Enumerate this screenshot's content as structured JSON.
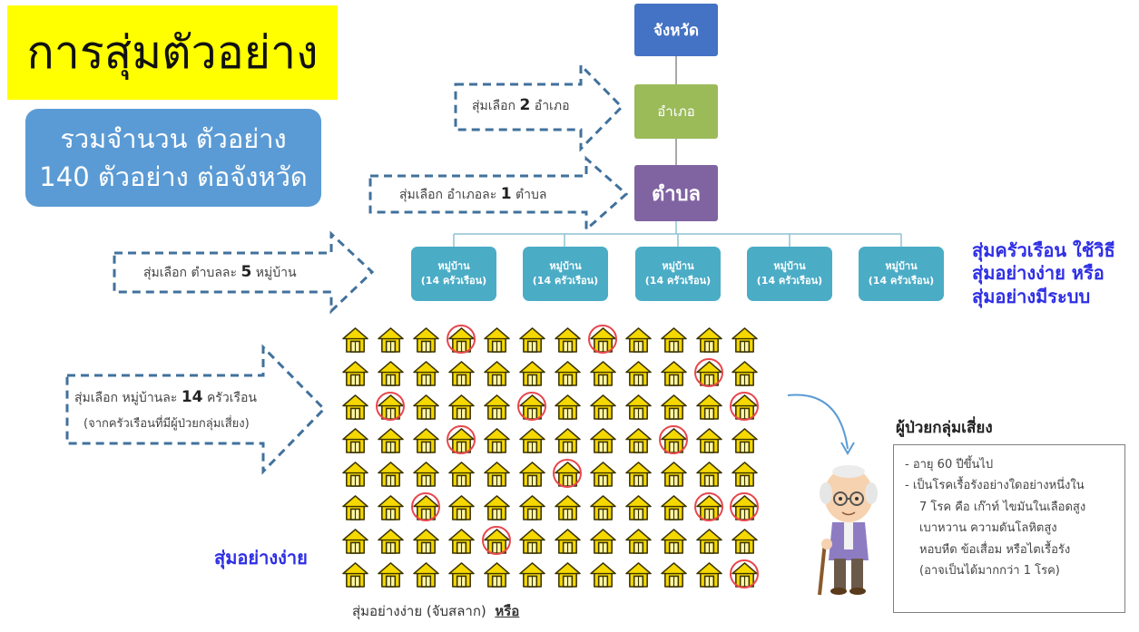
{
  "title": "การสุ่มตัวอย่าง",
  "summary": {
    "line1": "รวมจำนวน ตัวอย่าง",
    "line2": "140 ตัวอย่าง ต่อจังหวัด"
  },
  "hierarchy": {
    "province": "จังหวัด",
    "district": "อำเภอ",
    "subdistrict": "ตำบล"
  },
  "villages": [
    {
      "label": "หมู่บ้าน",
      "households": "(14 ครัวเรือน)"
    },
    {
      "label": "หมู่บ้าน",
      "households": "(14 ครัวเรือน)"
    },
    {
      "label": "หมู่บ้าน",
      "households": "(14 ครัวเรือน)"
    },
    {
      "label": "หมู่บ้าน",
      "households": "(14 ครัวเรือน)"
    },
    {
      "label": "หมู่บ้าน",
      "households": "(14 ครัวเรือน)"
    }
  ],
  "arrows": {
    "district": {
      "prefix": "สุ่มเลือก",
      "count": "2",
      "suffix": "อำเภอ"
    },
    "subdistrict": {
      "prefix": "สุ่มเลือก  อำเภอละ",
      "count": "1",
      "suffix": "ตำบล"
    },
    "village": {
      "prefix": "สุ่มเลือก  ตำบลละ",
      "count": "5",
      "suffix": "หมู่บ้าน"
    },
    "household": {
      "prefix": "สุ่มเลือก  หมู่บ้านละ",
      "count": "14",
      "suffix": "ครัวเรือน",
      "line2": "(จากครัวเรือนที่มีผู้ป่วยกลุ่มเสี่ยง)"
    }
  },
  "method_note": [
    "สุ่มครัวเรือน ใช้วิธี",
    "สุ่มอย่างง่าย หรือ",
    "สุ่มอย่างมีระบบ"
  ],
  "house_grid": {
    "rows": 8,
    "cols": 12,
    "house_color": "#f5d800",
    "selected_color": "#e8474d",
    "selected": [
      [
        0,
        3
      ],
      [
        0,
        7
      ],
      [
        1,
        10
      ],
      [
        2,
        1
      ],
      [
        2,
        5
      ],
      [
        2,
        11
      ],
      [
        3,
        3
      ],
      [
        3,
        9
      ],
      [
        4,
        6
      ],
      [
        5,
        2
      ],
      [
        5,
        10
      ],
      [
        5,
        11
      ],
      [
        6,
        4
      ],
      [
        7,
        11
      ]
    ]
  },
  "risk": {
    "title": "ผู้ป่วยกลุ่มเสี่ยง",
    "lines": [
      "- อายุ 60 ปีขึ้นไป",
      "- เป็นโรคเรื้อรังอย่างใดอย่างหนึ่งใน",
      "7 โรค คือ เก๊าท์ ไขมันในเลือดสูง",
      "เบาหวาน ความดันโลหิตสูง",
      "หอบหืด ข้อเสื่อม หรือไตเรื้อรัง",
      "(อาจเป็นได้มากกว่า 1 โรค)"
    ]
  },
  "simple_random_label": "สุ่มอย่างง่าย",
  "bottom_caption": {
    "text": "สุ่มอย่างง่าย (จับสลาก)",
    "link": "หรือ"
  },
  "colors": {
    "title_bg": "#ffff00",
    "summary_bg": "#5b9bd5",
    "province": "#4472c4",
    "district": "#9bbb59",
    "subdistrict": "#8064a2",
    "village": "#4bacc6",
    "arrow_stroke": "#41719c",
    "note_text": "#2e2ee6"
  }
}
